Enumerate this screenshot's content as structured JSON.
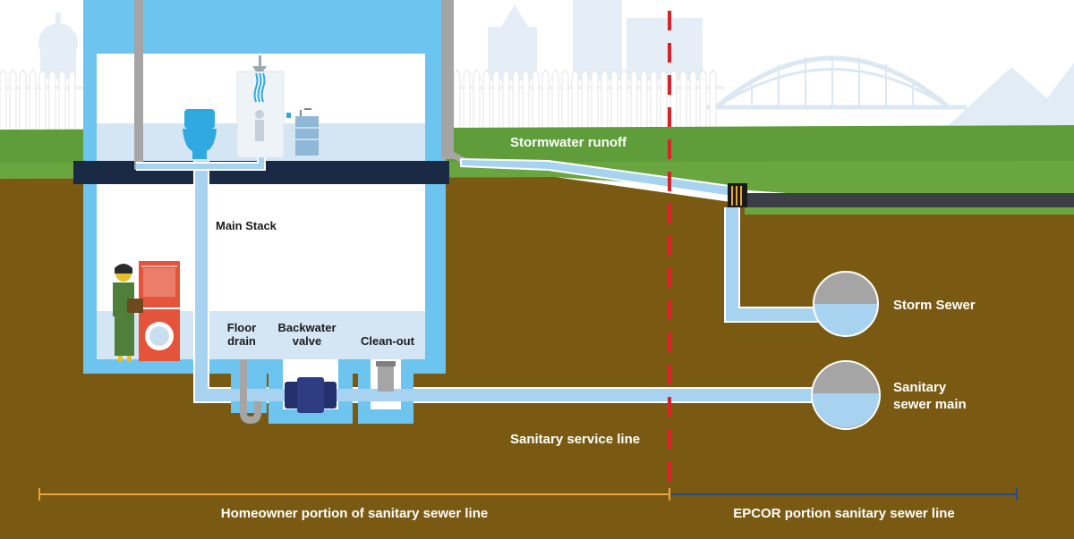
{
  "labels": {
    "stormwater_runoff": "Stormwater runoff",
    "main_stack": "Main Stack",
    "floor_drain_1": "Floor",
    "floor_drain_2": "drain",
    "backwater_valve_1": "Backwater",
    "backwater_valve_2": "valve",
    "clean_out": "Clean-out",
    "storm_sewer": "Storm Sewer",
    "sanitary_main_1": "Sanitary",
    "sanitary_main_2": "sewer main",
    "sanitary_service_line": "Sanitary service line",
    "homeowner_portion": "Homeowner portion of sanitary sewer line",
    "epcor_portion": "EPCOR portion sanitary sewer line"
  },
  "colors": {
    "sky": "#ffffff",
    "skyline": "#e4eef7",
    "grass": "#5d9c3a",
    "soil": "#7a5a12",
    "pipe": "#a8d3f0",
    "house_wall": "#6cc4ef",
    "slab": "#1b2a44",
    "boundary_dash": "#d8232a",
    "homeowner_line": "#e8a33a",
    "epcor_line": "#2a4a8a",
    "water": "#a8d3f0",
    "sewer_air": "#a5a5a5",
    "washer": "#e5533a",
    "valve": "#23306e"
  }
}
